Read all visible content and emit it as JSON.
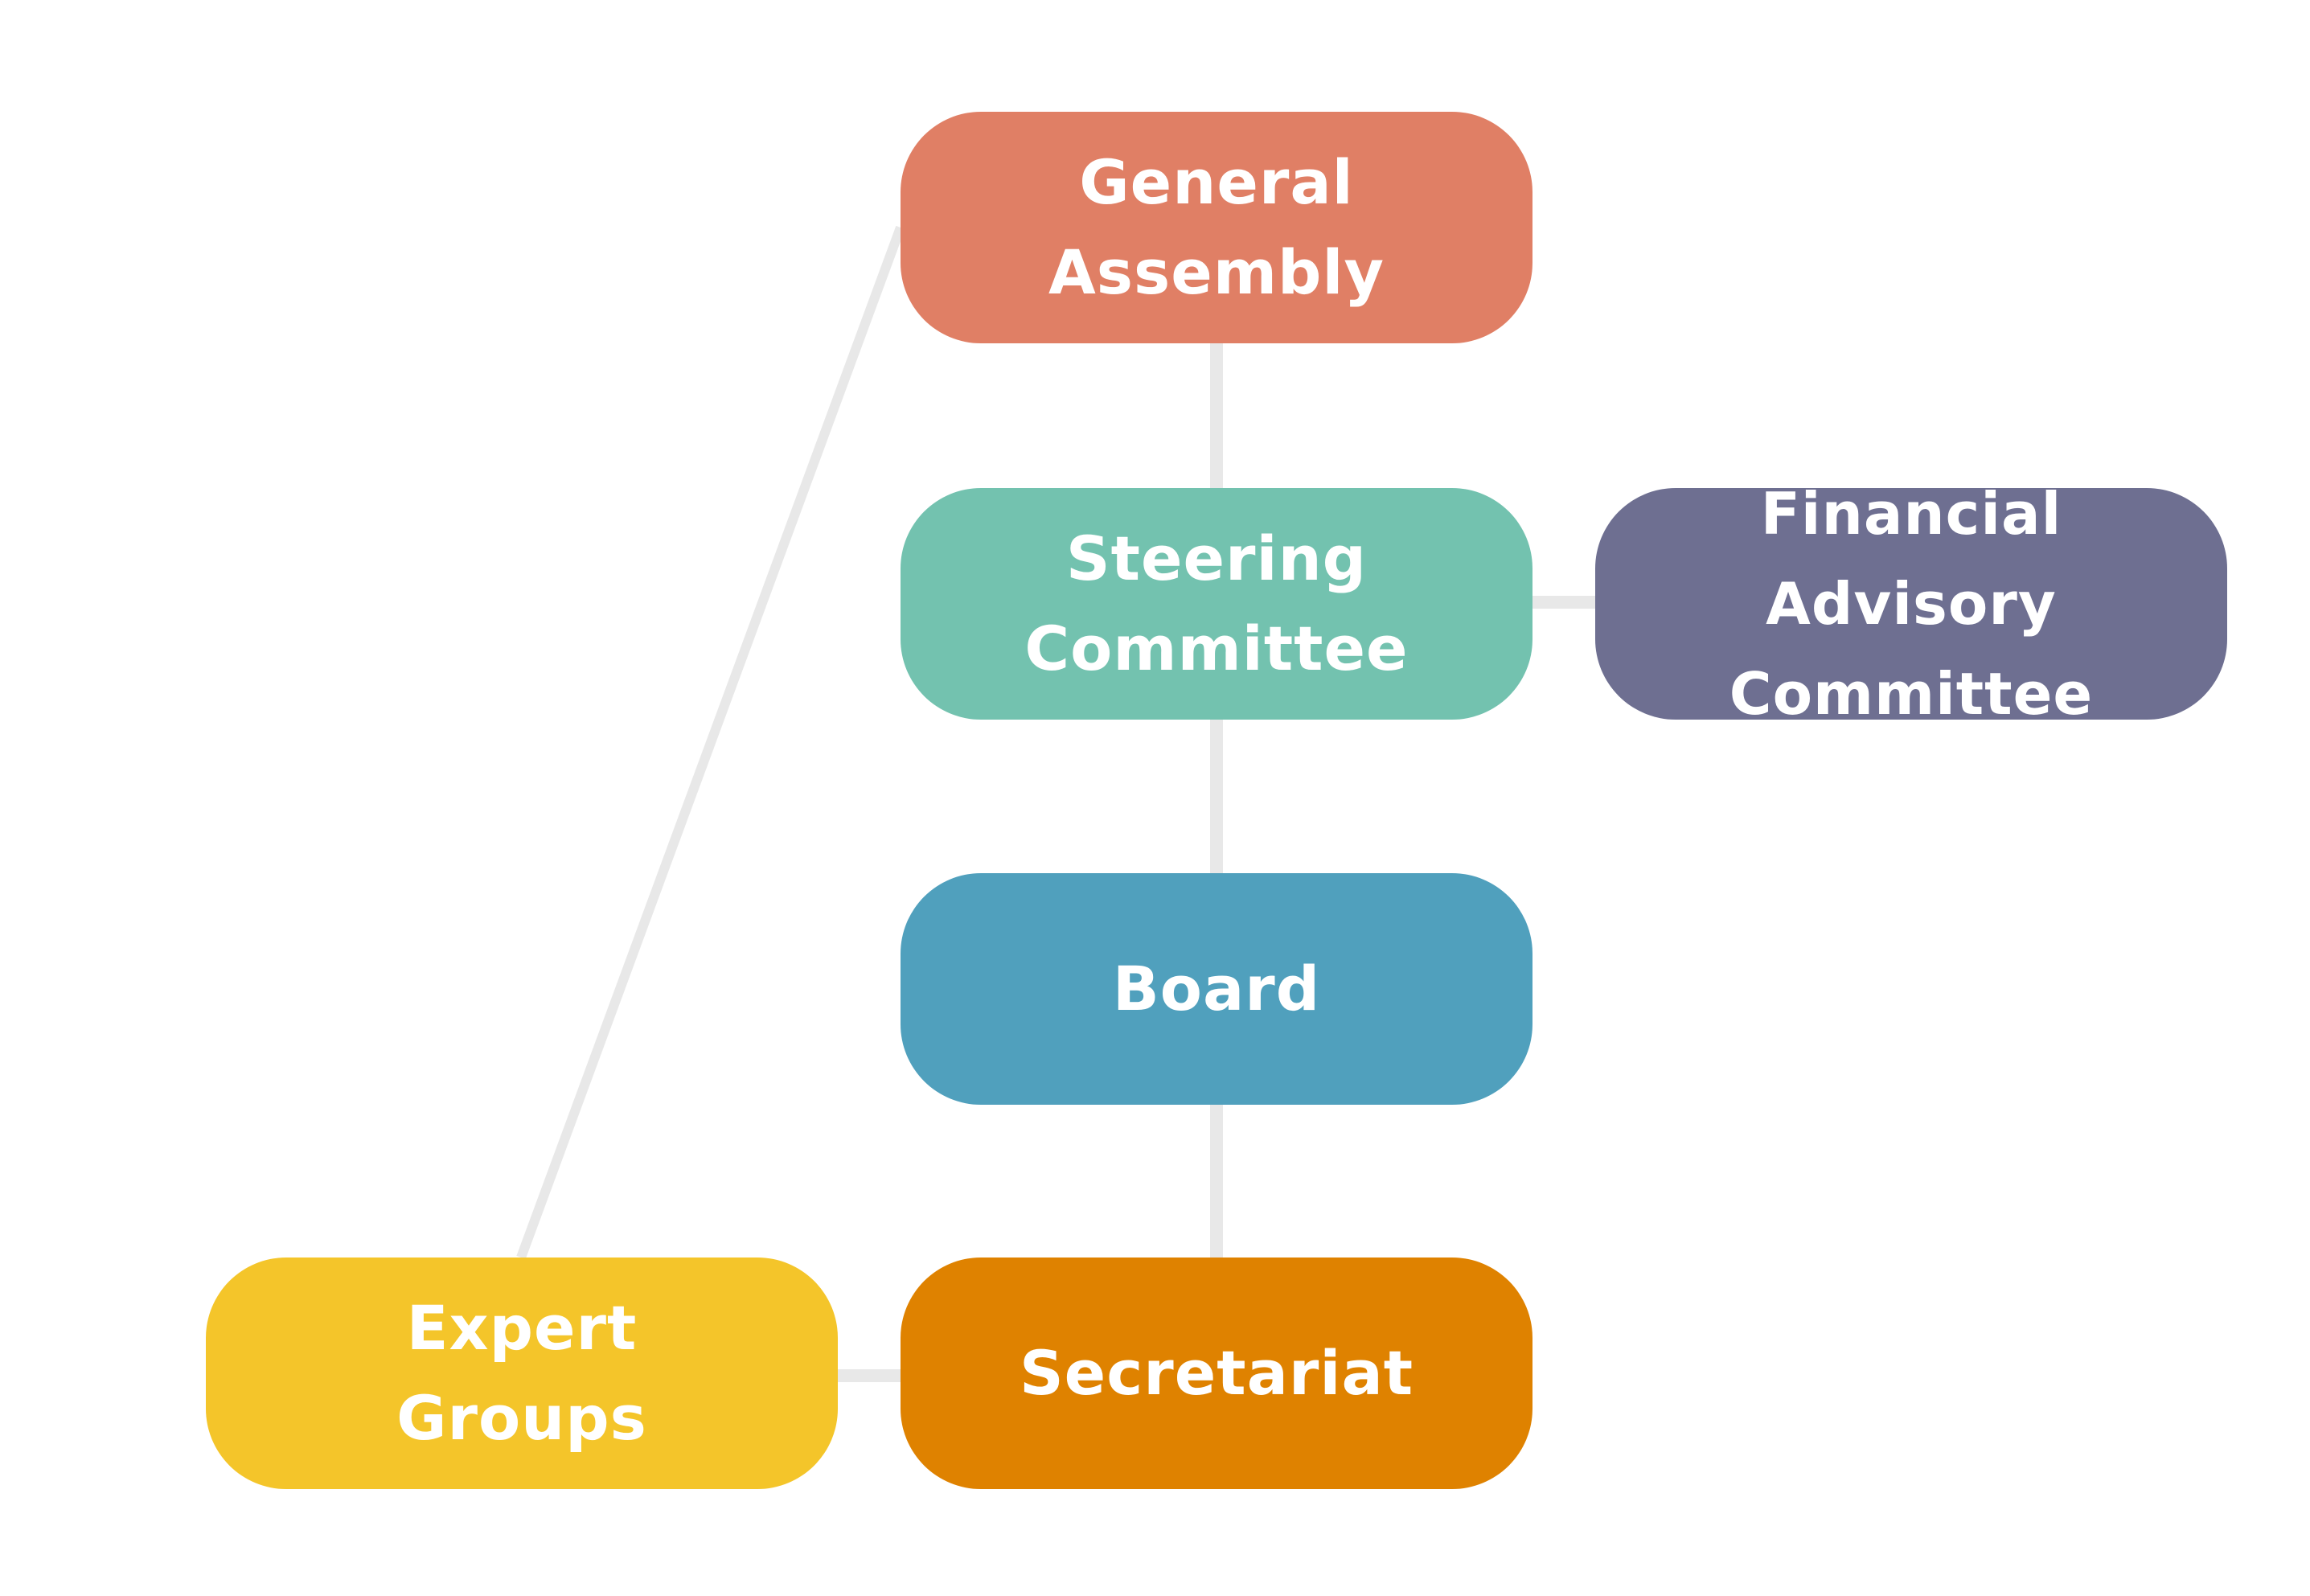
{
  "diagram": {
    "nodes": {
      "general_assembly": {
        "line1": "General",
        "line2": "Assembly",
        "color": "#E07F65"
      },
      "steering_committee": {
        "line1": "Steering",
        "line2": "Committee",
        "color": "#73C2AF"
      },
      "financial_advisory": {
        "line1": "Financial Advisory",
        "line2": "Committee",
        "color": "#6E6F91"
      },
      "board": {
        "line1": "Board",
        "color": "#50A0BD"
      },
      "secretariat": {
        "line1": "Secretariat",
        "color": "#DF8200"
      },
      "expert_groups": {
        "line1": "Expert",
        "line2": "Groups",
        "color": "#F4C52A"
      }
    },
    "connector_color": "#E8E8E8",
    "connections": [
      [
        "general_assembly",
        "steering_committee"
      ],
      [
        "steering_committee",
        "board"
      ],
      [
        "board",
        "secretariat"
      ],
      [
        "steering_committee",
        "financial_advisory"
      ],
      [
        "secretariat",
        "expert_groups"
      ],
      [
        "expert_groups",
        "general_assembly"
      ]
    ]
  }
}
